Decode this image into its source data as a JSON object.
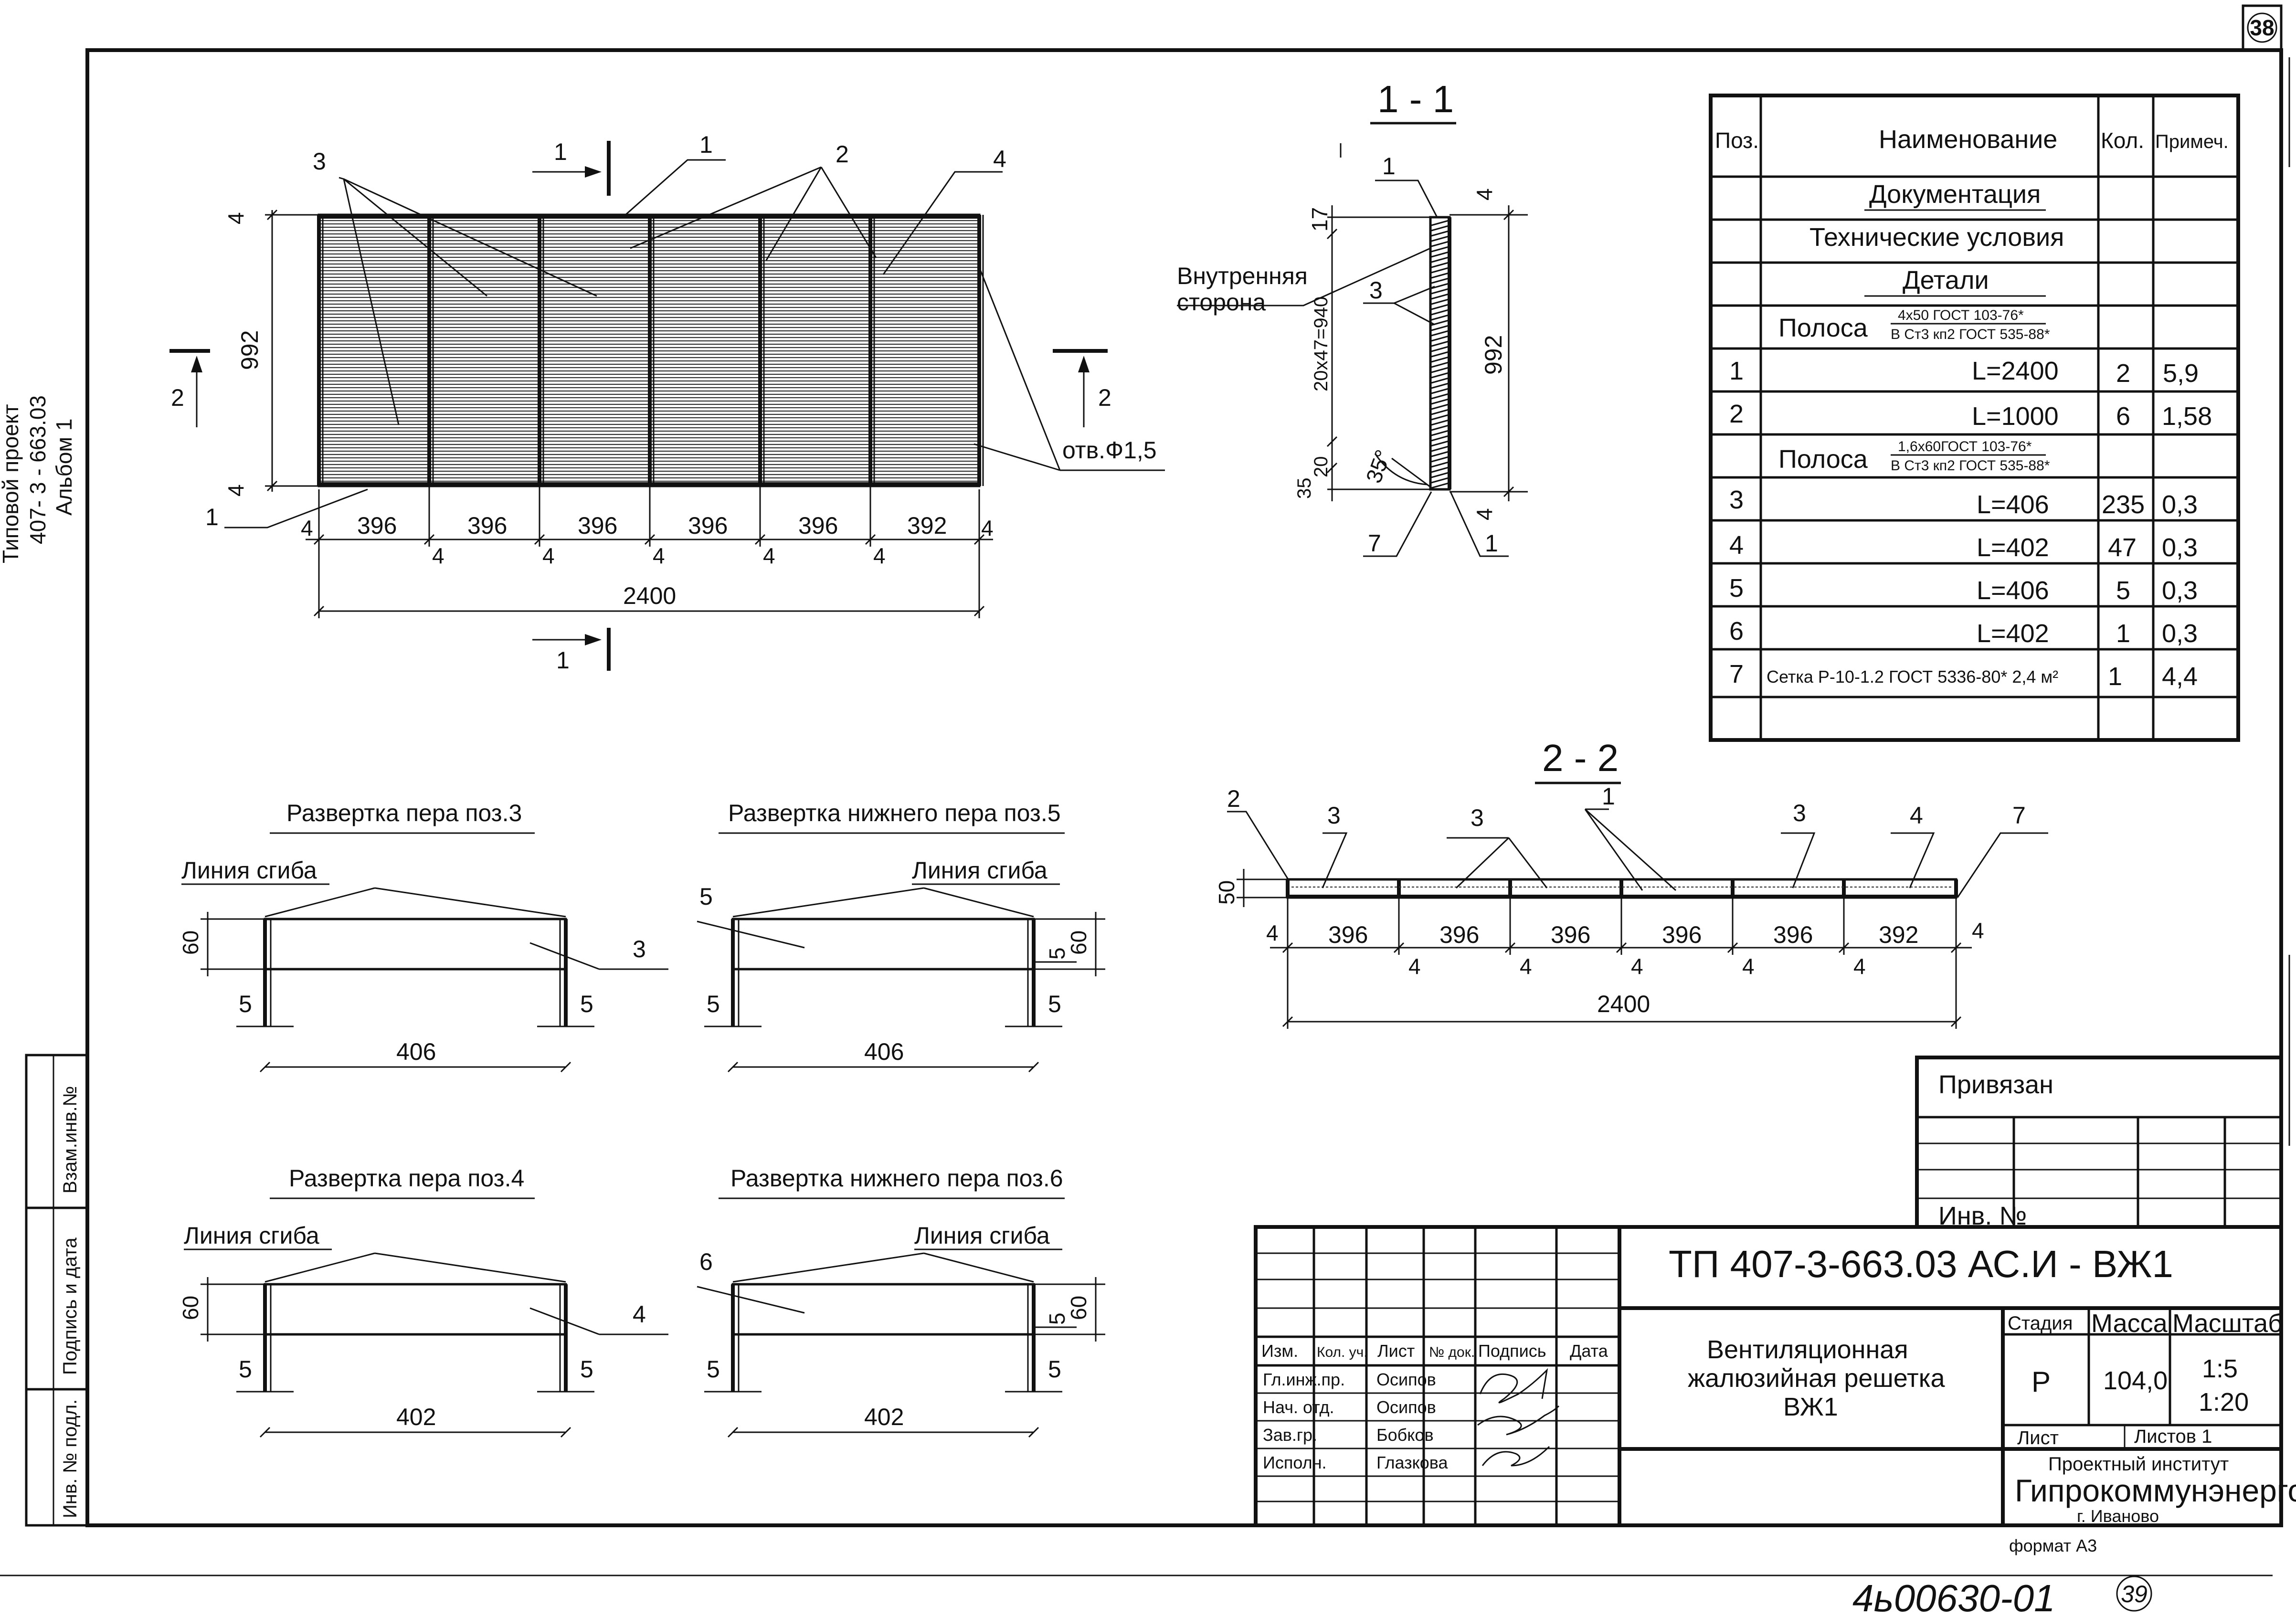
{
  "sheet": {
    "sheet_number": "38",
    "bottom_number": "39",
    "handwritten_inventory": "4ь00630-01",
    "vertical_labels": [
      "Типовой проект",
      "407- 3 - 663.03",
      "Альбом 1"
    ],
    "left_strip": [
      "Взам.инв.№",
      "Подпись и дата",
      "Инв. № подл."
    ],
    "format": "формат А3"
  },
  "plan_view": {
    "leaders": [
      "3",
      "1",
      "2",
      "4"
    ],
    "section_marks": [
      "1",
      "1",
      "2",
      "2"
    ],
    "height": "992",
    "edge": "4",
    "pos1": "1",
    "hole": "отв.Ф1,5",
    "spans": [
      "396",
      "396",
      "396",
      "396",
      "396",
      "392"
    ],
    "gap": "4",
    "total": "2400"
  },
  "section_1_1": {
    "title": "1 - 1",
    "inner_side_1": "Внутренняя",
    "inner_side_2": "сторона",
    "d17": "17",
    "d_pitch": "20х47=940",
    "d992": "992",
    "d35": "35",
    "d20": "20",
    "angle": "35°",
    "d4": "4",
    "p1": "1",
    "p3": "3",
    "p7": "7"
  },
  "section_2_2": {
    "title": "2 - 2",
    "labels": [
      "2",
      "3",
      "3",
      "1",
      "3",
      "4",
      "7"
    ],
    "d50": "50",
    "spans": [
      "396",
      "396",
      "396",
      "396",
      "396",
      "392"
    ],
    "gap": "4",
    "total": "2400"
  },
  "developments": [
    {
      "title": "Развертка пера поз.3",
      "bend": "Линия сгиба",
      "pos": "3",
      "height": "60",
      "edge": "5",
      "length": "406"
    },
    {
      "title": "Развертка нижнего пера поз.5",
      "bend": "Линия сгиба",
      "pos": "5",
      "height": "60",
      "edge": "5",
      "length": "406"
    },
    {
      "title": "Развертка пера поз.4",
      "bend": "Линия сгиба",
      "pos": "4",
      "height": "60",
      "edge": "5",
      "length": "402"
    },
    {
      "title": "Развертка нижнего пера поз.6",
      "bend": "Линия сгиба",
      "pos": "6",
      "height": "60",
      "edge": "5",
      "length": "402"
    }
  ],
  "spec_table": {
    "headers": [
      "Поз.",
      "Наименование",
      "Кол.",
      "Примеч."
    ],
    "rows": [
      {
        "pos": "",
        "name": "Документация",
        "qty": "",
        "note": ""
      },
      {
        "pos": "",
        "name": "Технические условия",
        "qty": "",
        "note": ""
      },
      {
        "pos": "",
        "name": "Детали",
        "qty": "",
        "note": ""
      },
      {
        "pos": "",
        "name": "Полоса",
        "std1": "4х50 ГОСТ 103-76*",
        "std2": "В Ст3 кп2 ГОСТ 535-88*",
        "qty": "",
        "note": ""
      },
      {
        "pos": "1",
        "name": "L=2400",
        "qty": "2",
        "note": "5,9"
      },
      {
        "pos": "2",
        "name": "L=1000",
        "qty": "6",
        "note": "1,58"
      },
      {
        "pos": "",
        "name": "Полоса",
        "std1": "1,6х60ГОСТ 103-76*",
        "std2": "В Ст3 кп2 ГОСТ 535-88*",
        "qty": "",
        "note": ""
      },
      {
        "pos": "3",
        "name": "L=406",
        "qty": "235",
        "note": "0,3"
      },
      {
        "pos": "4",
        "name": "L=402",
        "qty": "47",
        "note": "0,3"
      },
      {
        "pos": "5",
        "name": "L=406",
        "qty": "5",
        "note": "0,3"
      },
      {
        "pos": "6",
        "name": "L=402",
        "qty": "1",
        "note": "0,3"
      },
      {
        "pos": "7",
        "name": "Сетка Р-10-1.2 ГОСТ 5336-80* 2,4 м²",
        "qty": "1",
        "note": "4,4"
      },
      {
        "pos": "",
        "name": "",
        "qty": "",
        "note": ""
      }
    ]
  },
  "binding_box": {
    "title": "Привязан",
    "inv": "Инв. №"
  },
  "title_block": {
    "code": "ТП   407-3-663.03   АС.И - ВЖ1",
    "name_1": "Вентиляционная",
    "name_2": "жалюзийная решетка",
    "name_3": "ВЖ1",
    "h_izm": "Изм.",
    "h_kol": "Кол. уч.",
    "h_list": "Лист",
    "h_doc": "№ док.",
    "h_sign": "Подпись",
    "h_date": "Дата",
    "roles": [
      "Гл.инж.пр.",
      "Нач. отд.",
      "Зав.гр.",
      "Исполн."
    ],
    "names": [
      "Осипов",
      "Осипов",
      "Бобков",
      "Глазкова"
    ],
    "h_stage": "Стадия",
    "h_mass": "Масса",
    "h_scale": "Масштаб",
    "stage": "Р",
    "mass": "104,0",
    "scale_1": "1:5",
    "scale_2": "1:20",
    "sheet": "Лист",
    "sheets": "Листов 1",
    "org_1": "Проектный институт",
    "org_2": "Гипрокоммунэнерго",
    "org_3": "г. Иваново"
  }
}
